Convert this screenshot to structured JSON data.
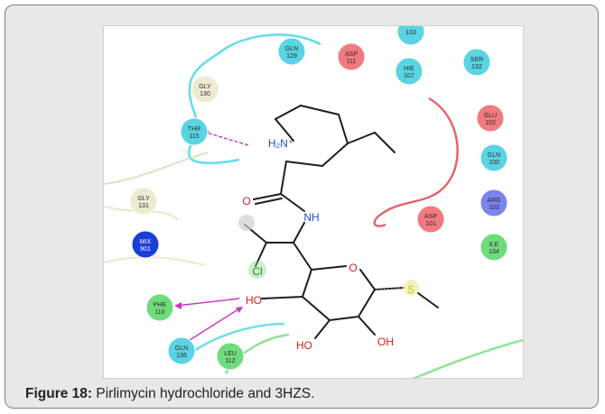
{
  "figure": {
    "caption_label": "Figure 18:",
    "caption_text": " Pirlimycin hydrochloride and 3HZS."
  },
  "residues": [
    {
      "key": "r133",
      "name": "",
      "num": "133",
      "color": "#5ad4e3"
    },
    {
      "key": "gln129",
      "name": "GLN",
      "num": "129",
      "color": "#5ad4e3"
    },
    {
      "key": "asp111",
      "name": "ASP",
      "num": "111",
      "color": "#f07a80"
    },
    {
      "key": "hie107",
      "name": "HIE",
      "num": "107",
      "color": "#5ad4e3"
    },
    {
      "key": "ser132",
      "name": "SER",
      "num": "132",
      "color": "#5ad4e3"
    },
    {
      "key": "gly130",
      "name": "GLY",
      "num": "130",
      "color": "#ecebd2"
    },
    {
      "key": "glu102",
      "name": "GLU",
      "num": "102",
      "color": "#f07a80"
    },
    {
      "key": "thr115",
      "name": "THR",
      "num": "115",
      "color": "#5ad4e3"
    },
    {
      "key": "gln100",
      "name": "GLN",
      "num": "100",
      "color": "#5ad4e3"
    },
    {
      "key": "gly131",
      "name": "GLY",
      "num": "131",
      "color": "#ecebd2"
    },
    {
      "key": "arg103",
      "name": "ARG",
      "num": "103",
      "color": "#7c84ee"
    },
    {
      "key": "asp101",
      "name": "ASP",
      "num": "101",
      "color": "#f07a80"
    },
    {
      "key": "mix901",
      "name": "MIX",
      "num": "901",
      "color": "#1a3fd6"
    },
    {
      "key": "ile134",
      "name": "ILE",
      "num": "134",
      "color": "#6fdc7c"
    },
    {
      "key": "phe110",
      "name": "PHE",
      "num": "110",
      "color": "#6fdc7c"
    },
    {
      "key": "gln136",
      "name": "GLN",
      "num": "136",
      "color": "#5ad4e3"
    },
    {
      "key": "leu112",
      "name": "LEU",
      "num": "112",
      "color": "#6fdc7c"
    }
  ],
  "atoms": {
    "h2n": "H₂N⁺",
    "nh": "NH",
    "o_carbonyl": "O",
    "o_ring": "O",
    "cl": "Cl",
    "s": "S",
    "ho_left": "HO",
    "ho_bottom": "HO",
    "oh_right": "OH"
  },
  "colors": {
    "frame_bg": "#e8e8e8",
    "hbond": "#cc33cc",
    "pocket_cyan": "#4fd6e6",
    "pocket_red": "#e0474f",
    "nitrogen": "#1f4fd0",
    "oxygen": "#d81e1e",
    "chlorine": "#1a9a1a",
    "sulfur": "#c8c800"
  }
}
